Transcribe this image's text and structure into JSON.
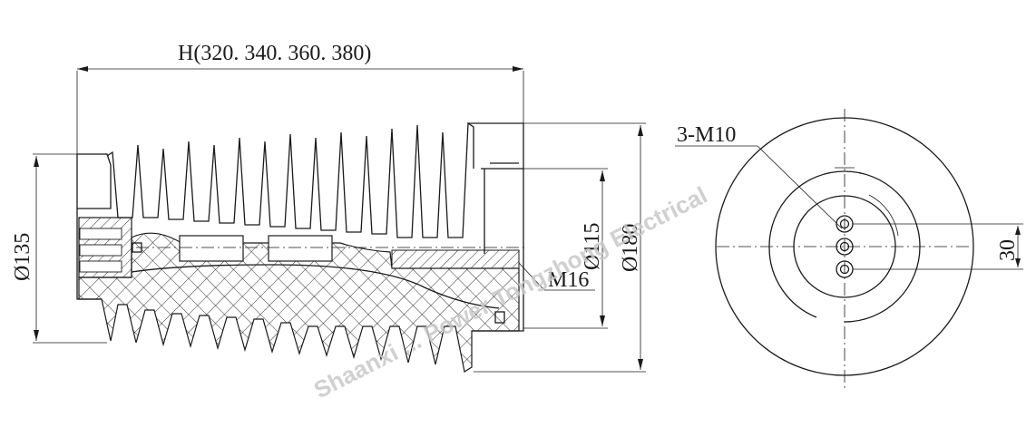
{
  "dimensions": {
    "length": "H(320. 340. 360. 380)",
    "dia_flange": "Ø135",
    "dia_inner": "Ø115",
    "dia_outer": "Ø180",
    "thread": "M16",
    "bolts": "3-M10",
    "bolt_spacing": "30"
  },
  "watermark": "Shaanxi ... Power Tongzhong Electrical",
  "colors": {
    "line": "#1a1a1a",
    "watermark": "#c8c8c8"
  }
}
